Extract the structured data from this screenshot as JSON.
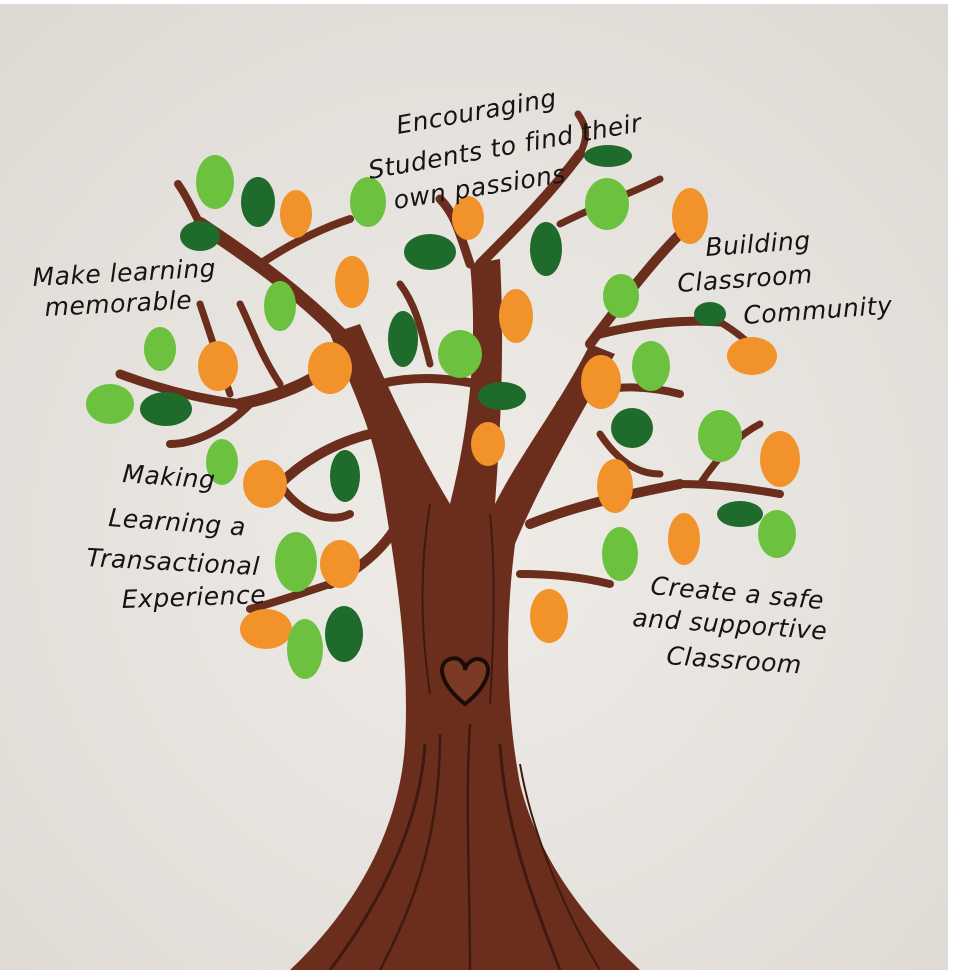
{
  "labels": {
    "top": [
      "Encouraging",
      "Students to find their",
      "own passions"
    ],
    "upper_left": [
      "Make learning",
      "memorable"
    ],
    "upper_right": [
      "Building",
      "Classroom",
      "Community"
    ],
    "lower_left": [
      "Making",
      "Learning a",
      "Transactional",
      "Experience"
    ],
    "lower_right": [
      "Create a safe",
      "and supportive",
      "Classroom"
    ]
  },
  "colors": {
    "paper": "#e9e6e1",
    "trunk": "#6b2e1c",
    "bark_dark": "#3e1a10",
    "leaf_light_green": "#6cc23f",
    "leaf_dark_green": "#1f6b2c",
    "leaf_orange": "#f2922b",
    "heart_outline": "#1a0d08"
  }
}
